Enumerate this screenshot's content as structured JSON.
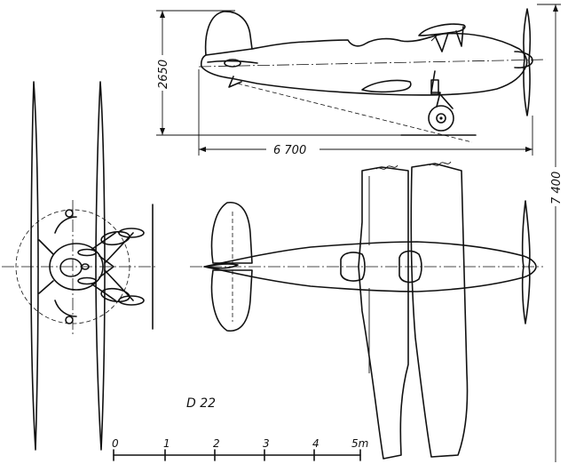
{
  "title": "D 22",
  "dimensions": {
    "height": "2650",
    "length": "6 700",
    "span": "7 400"
  },
  "scale_bar": {
    "ticks": [
      "0",
      "1",
      "2",
      "3",
      "4",
      "5m"
    ]
  }
}
